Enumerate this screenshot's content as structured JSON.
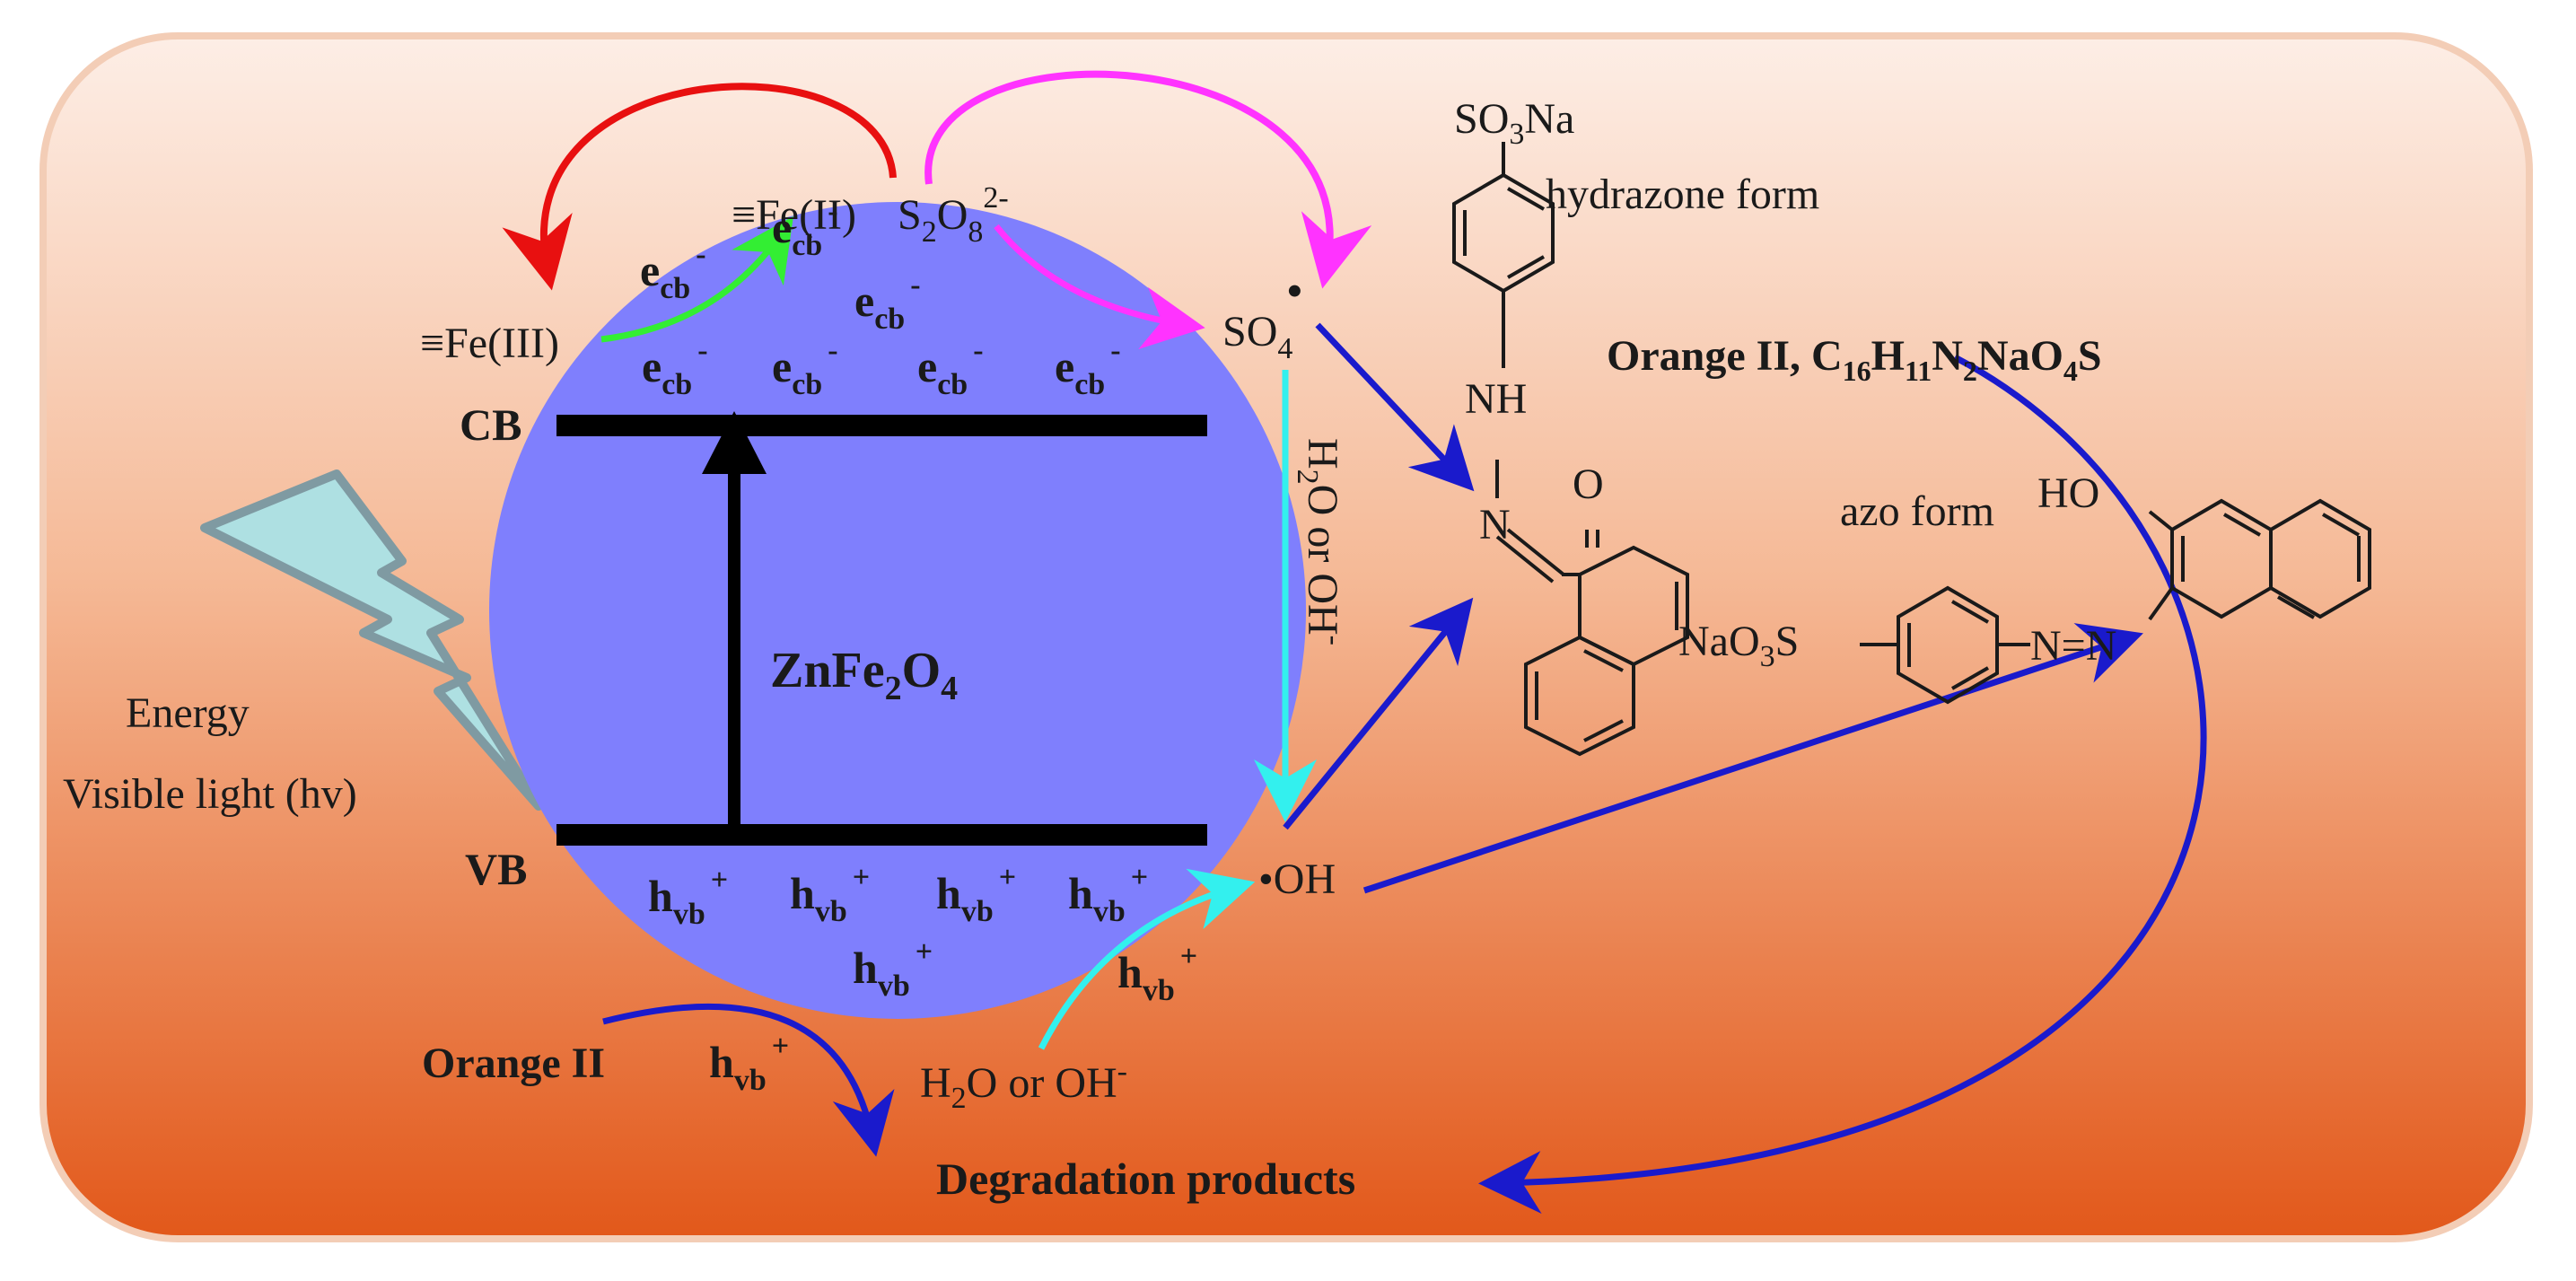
{
  "colors": {
    "background_top": "#fdeee6",
    "background_bottom": "#e2581a",
    "frame_border": "#f3cdb6",
    "particle": "#7f7ffd",
    "band": "#000000",
    "lightning_fill": "#aee0e2",
    "lightning_stroke": "#7f9aa2",
    "arrow_red": "#e81010",
    "arrow_magenta": "#ff33ff",
    "arrow_green": "#33ee33",
    "arrow_cyan": "#33f0ee",
    "arrow_blue": "#1a1acc"
  },
  "labels": {
    "fe3": "≡Fe(III)",
    "fe2": "≡Fe(II)",
    "s2o8": {
      "main": "S",
      "sub1": "2",
      "mid": "O",
      "sub2": "8",
      "sup": "2-"
    },
    "sulfate_radical": {
      "main": "SO",
      "sub": "4",
      "dot": "•"
    },
    "e_cb": {
      "main": "e",
      "sub": "cb",
      "sup": "-"
    },
    "h_vb": {
      "main": "h",
      "sub": "vb",
      "sup": "+"
    },
    "cb": "CB",
    "vb": "VB",
    "catalyst": {
      "a": "ZnFe",
      "sub1": "2",
      "b": "O",
      "sub2": "4"
    },
    "energy": "Energy",
    "visible_light": "Visible light (hv)",
    "hydroxyl_radical": "•OH",
    "h2o_vertical": {
      "a": "H",
      "sub": "2",
      "b": "O or OH",
      "sup": "-"
    },
    "h2o_bottom": {
      "a": "H",
      "sub": "2",
      "b": "O or OH",
      "sup": "-"
    },
    "orange_ii": "Orange II",
    "degradation_products": "Degradation products",
    "formula": {
      "prefix": "Orange II, C",
      "s1": "16",
      "a": "H",
      "s2": "11",
      "b": "N",
      "s3": "2",
      "c": "NaO",
      "s4": "4",
      "d": "S"
    },
    "hydrazone_form": "hydrazone form",
    "azo_form": "azo form",
    "so3na": {
      "a": "SO",
      "sub": "3",
      "b": "Na"
    },
    "naos": {
      "a": "NaO",
      "sub": "3",
      "b": "S"
    },
    "nh": "NH",
    "n": "N",
    "o": "O",
    "ho": "HO",
    "azo_n_eq_n": "N=N"
  }
}
